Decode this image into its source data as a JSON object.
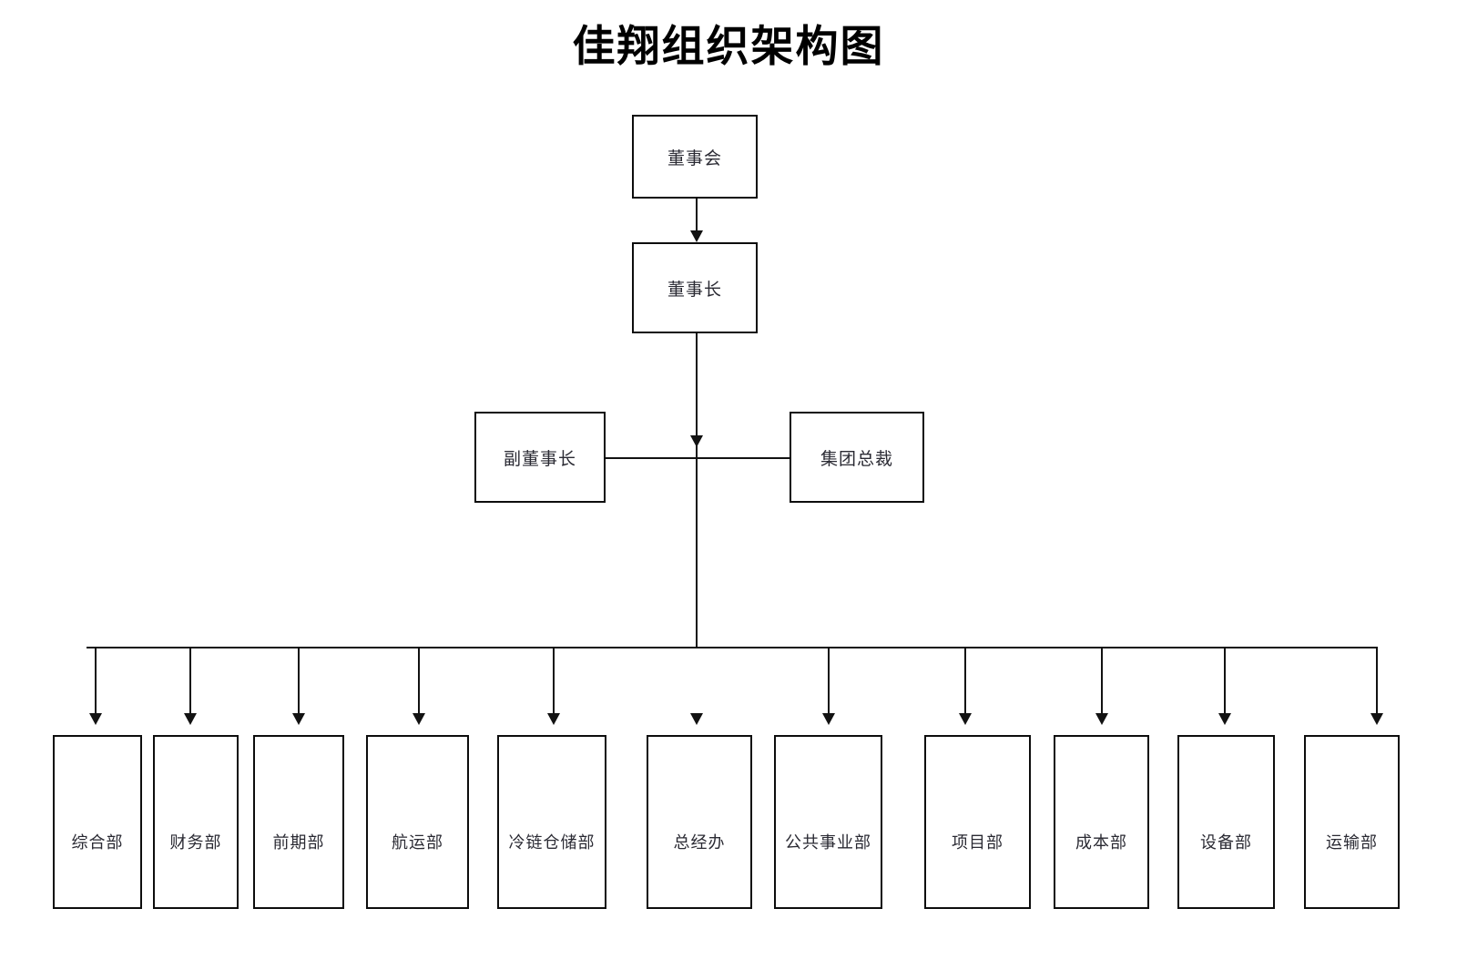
{
  "title": "佳翔组织架构图",
  "diagram": {
    "type": "org-chart",
    "orientation": "top-down",
    "levels": [
      {
        "level": 1,
        "nodes": [
          {
            "id": "board",
            "label": "董事会"
          }
        ]
      },
      {
        "level": 2,
        "nodes": [
          {
            "id": "chairman",
            "label": "董事长"
          }
        ]
      },
      {
        "level": 3,
        "nodes": [
          {
            "id": "vice-chairman",
            "label": "副董事长"
          },
          {
            "id": "group-president",
            "label": "集团总裁"
          }
        ]
      },
      {
        "level": 4,
        "nodes": [
          {
            "id": "dept-general-affairs",
            "label": "综合部"
          },
          {
            "id": "dept-finance",
            "label": "财务部"
          },
          {
            "id": "dept-preliminary",
            "label": "前期部"
          },
          {
            "id": "dept-shipping",
            "label": "航运部"
          },
          {
            "id": "dept-cold-chain-warehouse",
            "label": "冷链仓储部"
          },
          {
            "id": "dept-general-manager-office",
            "label": "总经办"
          },
          {
            "id": "dept-public-utilities",
            "label": "公共事业部"
          },
          {
            "id": "dept-project",
            "label": "项目部"
          },
          {
            "id": "dept-cost",
            "label": "成本部"
          },
          {
            "id": "dept-equipment",
            "label": "设备部"
          },
          {
            "id": "dept-transport",
            "label": "运输部"
          }
        ]
      }
    ],
    "edges": [
      {
        "from": "board",
        "to": "chairman",
        "style": "arrow"
      },
      {
        "from": "chairman",
        "to": "group-level-bus",
        "style": "arrow"
      },
      {
        "from": "vice-chairman",
        "to": "chairman-line",
        "style": "line"
      },
      {
        "from": "group-president",
        "to": "chairman-line",
        "style": "line"
      },
      {
        "from": "chairman",
        "to": "dept-general-affairs",
        "style": "arrow"
      },
      {
        "from": "chairman",
        "to": "dept-finance",
        "style": "arrow"
      },
      {
        "from": "chairman",
        "to": "dept-preliminary",
        "style": "arrow"
      },
      {
        "from": "chairman",
        "to": "dept-shipping",
        "style": "arrow"
      },
      {
        "from": "chairman",
        "to": "dept-cold-chain-warehouse",
        "style": "arrow"
      },
      {
        "from": "chairman",
        "to": "dept-general-manager-office",
        "style": "arrow"
      },
      {
        "from": "chairman",
        "to": "dept-public-utilities",
        "style": "arrow"
      },
      {
        "from": "chairman",
        "to": "dept-project",
        "style": "arrow"
      },
      {
        "from": "chairman",
        "to": "dept-cost",
        "style": "arrow"
      },
      {
        "from": "chairman",
        "to": "dept-equipment",
        "style": "arrow"
      },
      {
        "from": "chairman",
        "to": "dept-transport",
        "style": "arrow"
      }
    ]
  },
  "colors": {
    "background": "#ffffff",
    "box_border": "#0d0d0d",
    "box_fill": "#ffffff",
    "line": "#121212",
    "title_text": "#000000",
    "node_text": "#2a2a33"
  }
}
